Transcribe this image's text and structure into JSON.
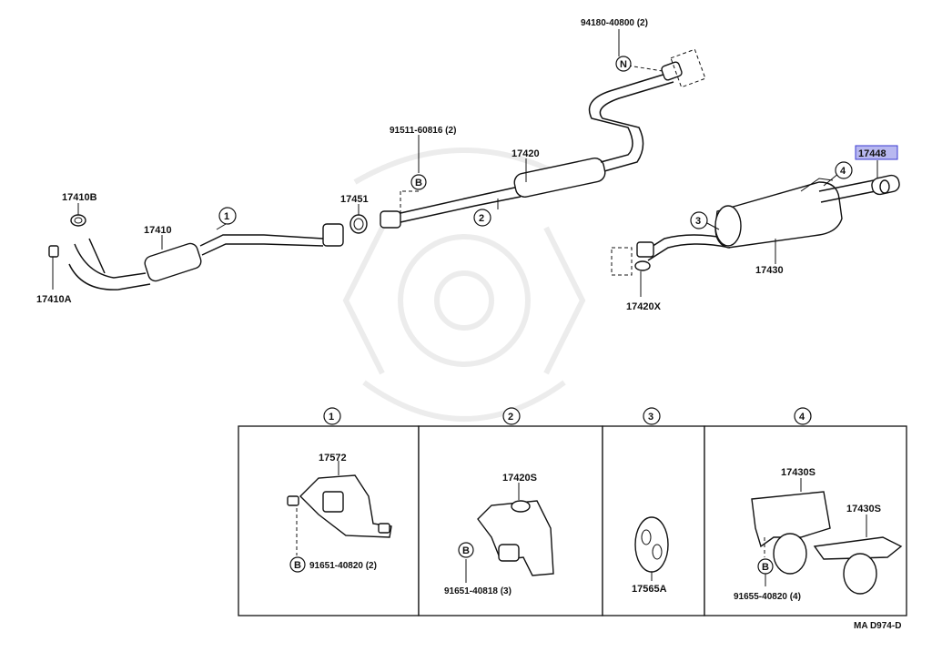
{
  "labels": {
    "p17410B": "17410B",
    "p17410": "17410",
    "p17410A": "17410A",
    "p17451": "17451",
    "p91511": "91511-60816 (2)",
    "p17420": "17420",
    "p94180": "94180-40800 (2)",
    "p17448": "17448",
    "p17430": "17430",
    "p17420X": "17420X",
    "p17572": "17572",
    "p91651a": "91651-40820 (2)",
    "p17420S": "17420S",
    "p91651b": "91651-40818 (3)",
    "p17565A": "17565A",
    "p17430S_1": "17430S",
    "p17430S_2": "17430S",
    "p91655": "91655-40820 (4)",
    "diagram_code": "MA D974-D"
  },
  "callouts": {
    "c1": "1",
    "c2": "2",
    "c3": "3",
    "c4": "4",
    "b": "B",
    "n": "N"
  },
  "highlight": {
    "part": "17448",
    "color": "#b8b8f0"
  }
}
